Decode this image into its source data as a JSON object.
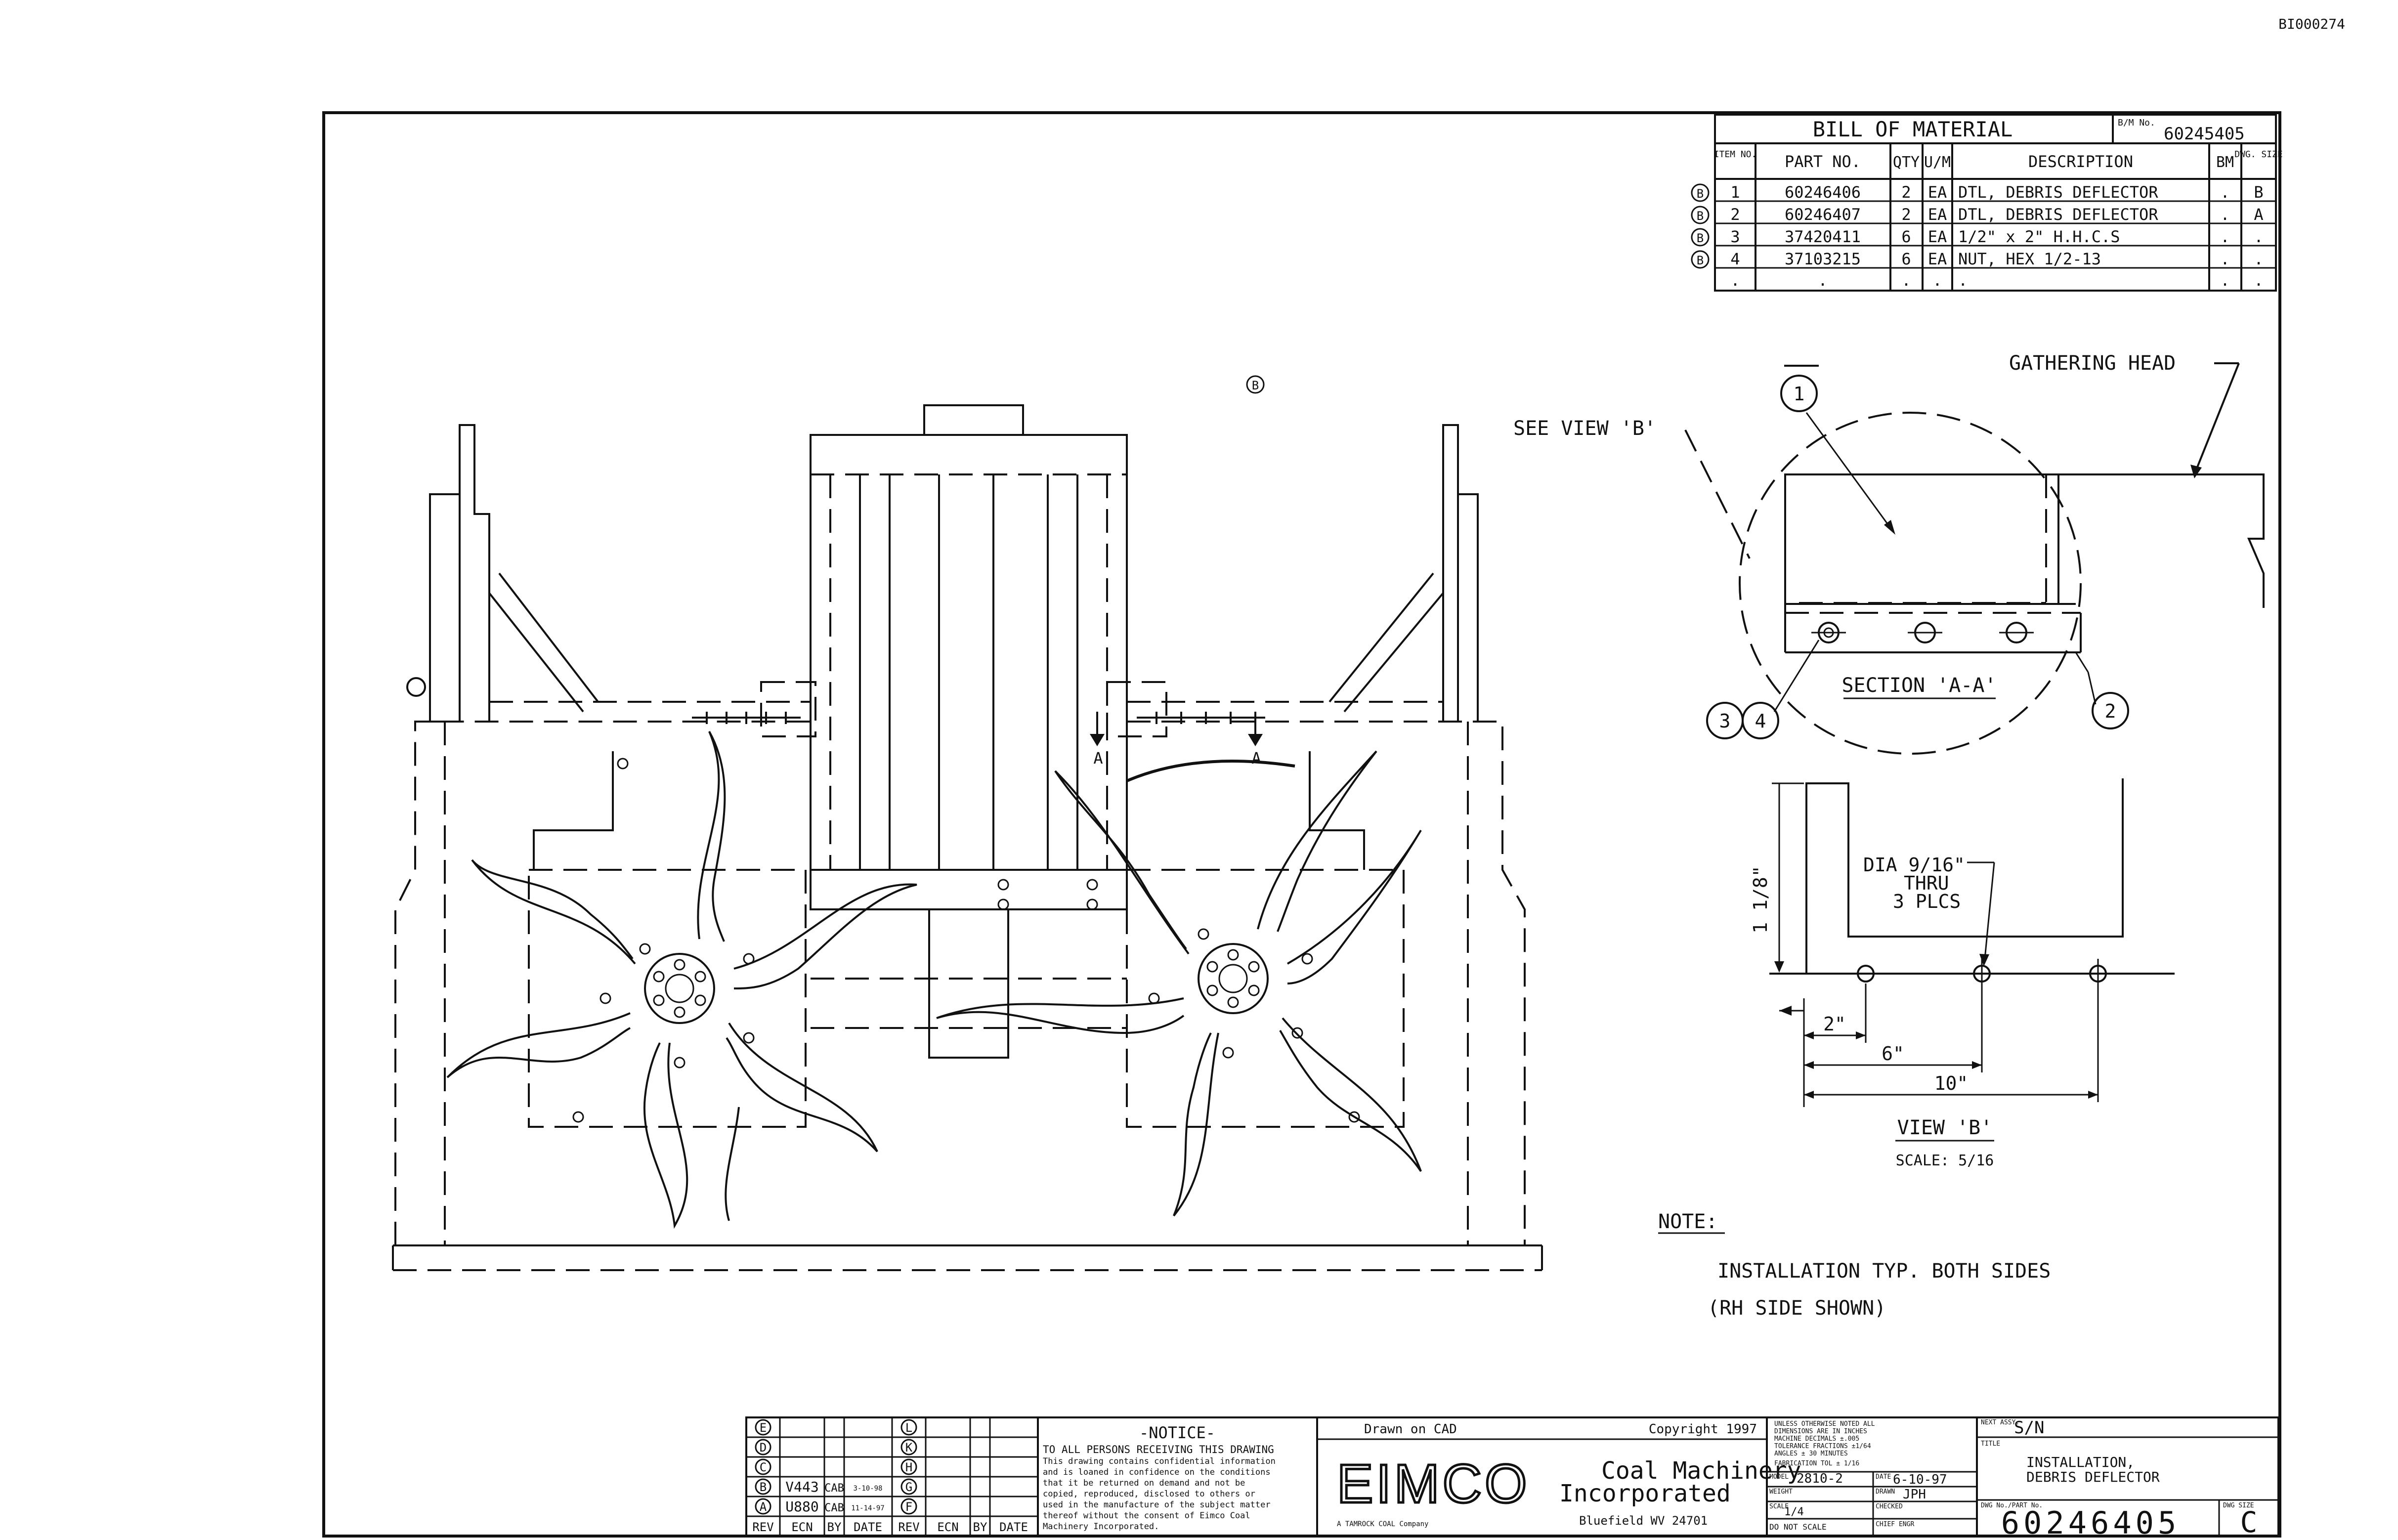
{
  "sheet": {
    "corner_id": "BI000274",
    "section_marker": "B"
  },
  "bom": {
    "title": "BILL OF MATERIAL",
    "bm_no_label": "B/M No.",
    "bm_no": "60245405",
    "headers": [
      "ITEM NO.",
      "PART NO.",
      "QTY",
      "U/M",
      "DESCRIPTION",
      "BM",
      "DWG. SIZE"
    ],
    "rows": [
      {
        "rev": "B",
        "item": "1",
        "part": "60246406",
        "qty": "2",
        "um": "EA",
        "desc": "DTL, DEBRIS DEFLECTOR",
        "bm": ".",
        "size": "B"
      },
      {
        "rev": "B",
        "item": "2",
        "part": "60246407",
        "qty": "2",
        "um": "EA",
        "desc": "DTL, DEBRIS DEFLECTOR",
        "bm": ".",
        "size": "A"
      },
      {
        "rev": "B",
        "item": "3",
        "part": "37420411",
        "qty": "6",
        "um": "EA",
        "desc": "1/2\" x 2\" H.H.C.S",
        "bm": ".",
        "size": "."
      },
      {
        "rev": "B",
        "item": "4",
        "part": "37103215",
        "qty": "6",
        "um": "EA",
        "desc": "NUT, HEX 1/2-13",
        "bm": ".",
        "size": "."
      },
      {
        "rev": "",
        "item": ".",
        "part": ".",
        "qty": ".",
        "um": ".",
        "desc": ".",
        "bm": ".",
        "size": "."
      }
    ]
  },
  "section": {
    "gathering_head": "GATHERING HEAD",
    "see_view": "SEE VIEW 'B'",
    "label": "SECTION 'A-A'",
    "balloons": [
      "1",
      "2",
      "3",
      "4"
    ]
  },
  "main_view": {
    "section_arrow": "A"
  },
  "view_b": {
    "hole_note": [
      "DIA 9/16\"",
      "THRU",
      "3 PLCS"
    ],
    "dims": {
      "height": "1 1/8\"",
      "d1": "2\"",
      "d2": "6\"",
      "d3": "10\""
    },
    "title": "VIEW 'B'",
    "scale": "SCALE: 5/16"
  },
  "note": {
    "heading": "NOTE:",
    "line1": "INSTALLATION TYP. BOTH SIDES",
    "line2": "(RH SIDE SHOWN)"
  },
  "title_block": {
    "rev_letters_left": [
      "E",
      "D",
      "C",
      "B",
      "A"
    ],
    "rev_letters_right": [
      "L",
      "K",
      "H",
      "G",
      "F"
    ],
    "rev_entries": [
      {
        "rev": "B",
        "ecn": "V443",
        "by": "CAB",
        "date": "3-10-98"
      },
      {
        "rev": "A",
        "ecn": "U880",
        "by": "CAB",
        "date": "11-14-97"
      }
    ],
    "rev_headers": [
      "REV",
      "ECN",
      "BY",
      "DATE",
      "REV",
      "ECN",
      "BY",
      "DATE"
    ],
    "notice_title": "-NOTICE-",
    "notice_lines": [
      "TO ALL PERSONS RECEIVING THIS DRAWING",
      "This drawing contains confidential information",
      "and is loaned in confidence on the conditions",
      "that it be returned on demand and not be",
      "copied, reproduced, disclosed to others or",
      "used in the manufacture of the subject matter",
      "thereof without the consent of Eimco Coal",
      "Machinery Incorporated."
    ],
    "drawn_on": "Drawn on CAD",
    "copyright": "Copyright 1997",
    "logo": "EIMCO",
    "company_line1": "Coal Machinery",
    "company_line2": "Incorporated",
    "tamrock": "A TAMROCK COAL Company",
    "city": "Bluefield WV 24701",
    "tolerance_lines": [
      "UNLESS OTHERWISE NOTED ALL",
      "DIMENSIONS ARE IN INCHES",
      "MACHINE    DECIMALS ±.005",
      "TOLERANCE  FRACTIONS ±1/64",
      "           ANGLES ± 30 MINUTES",
      "FABRICATION TOL ± 1/16"
    ],
    "model_label": "MODEL",
    "model": "2810-2",
    "date_label": "DATE",
    "date": "6-10-97",
    "weight_label": "WEIGHT",
    "drawn_label": "DRAWN",
    "drawn": "JPH",
    "scale_label": "SCALE",
    "scale": "1/4",
    "checked_label": "CHECKED",
    "do_not_scale": "DO NOT SCALE",
    "chief_label": "CHIEF ENGR",
    "next_assy_label": "NEXT ASSY.",
    "next_assy": "S/N",
    "title_label": "TITLE",
    "title_line1": "INSTALLATION,",
    "title_line2": "DEBRIS DEFLECTOR",
    "part_label": "DWG No./PART No.",
    "part_no": "60246405",
    "size_label": "DWG SIZE",
    "size": "C"
  }
}
